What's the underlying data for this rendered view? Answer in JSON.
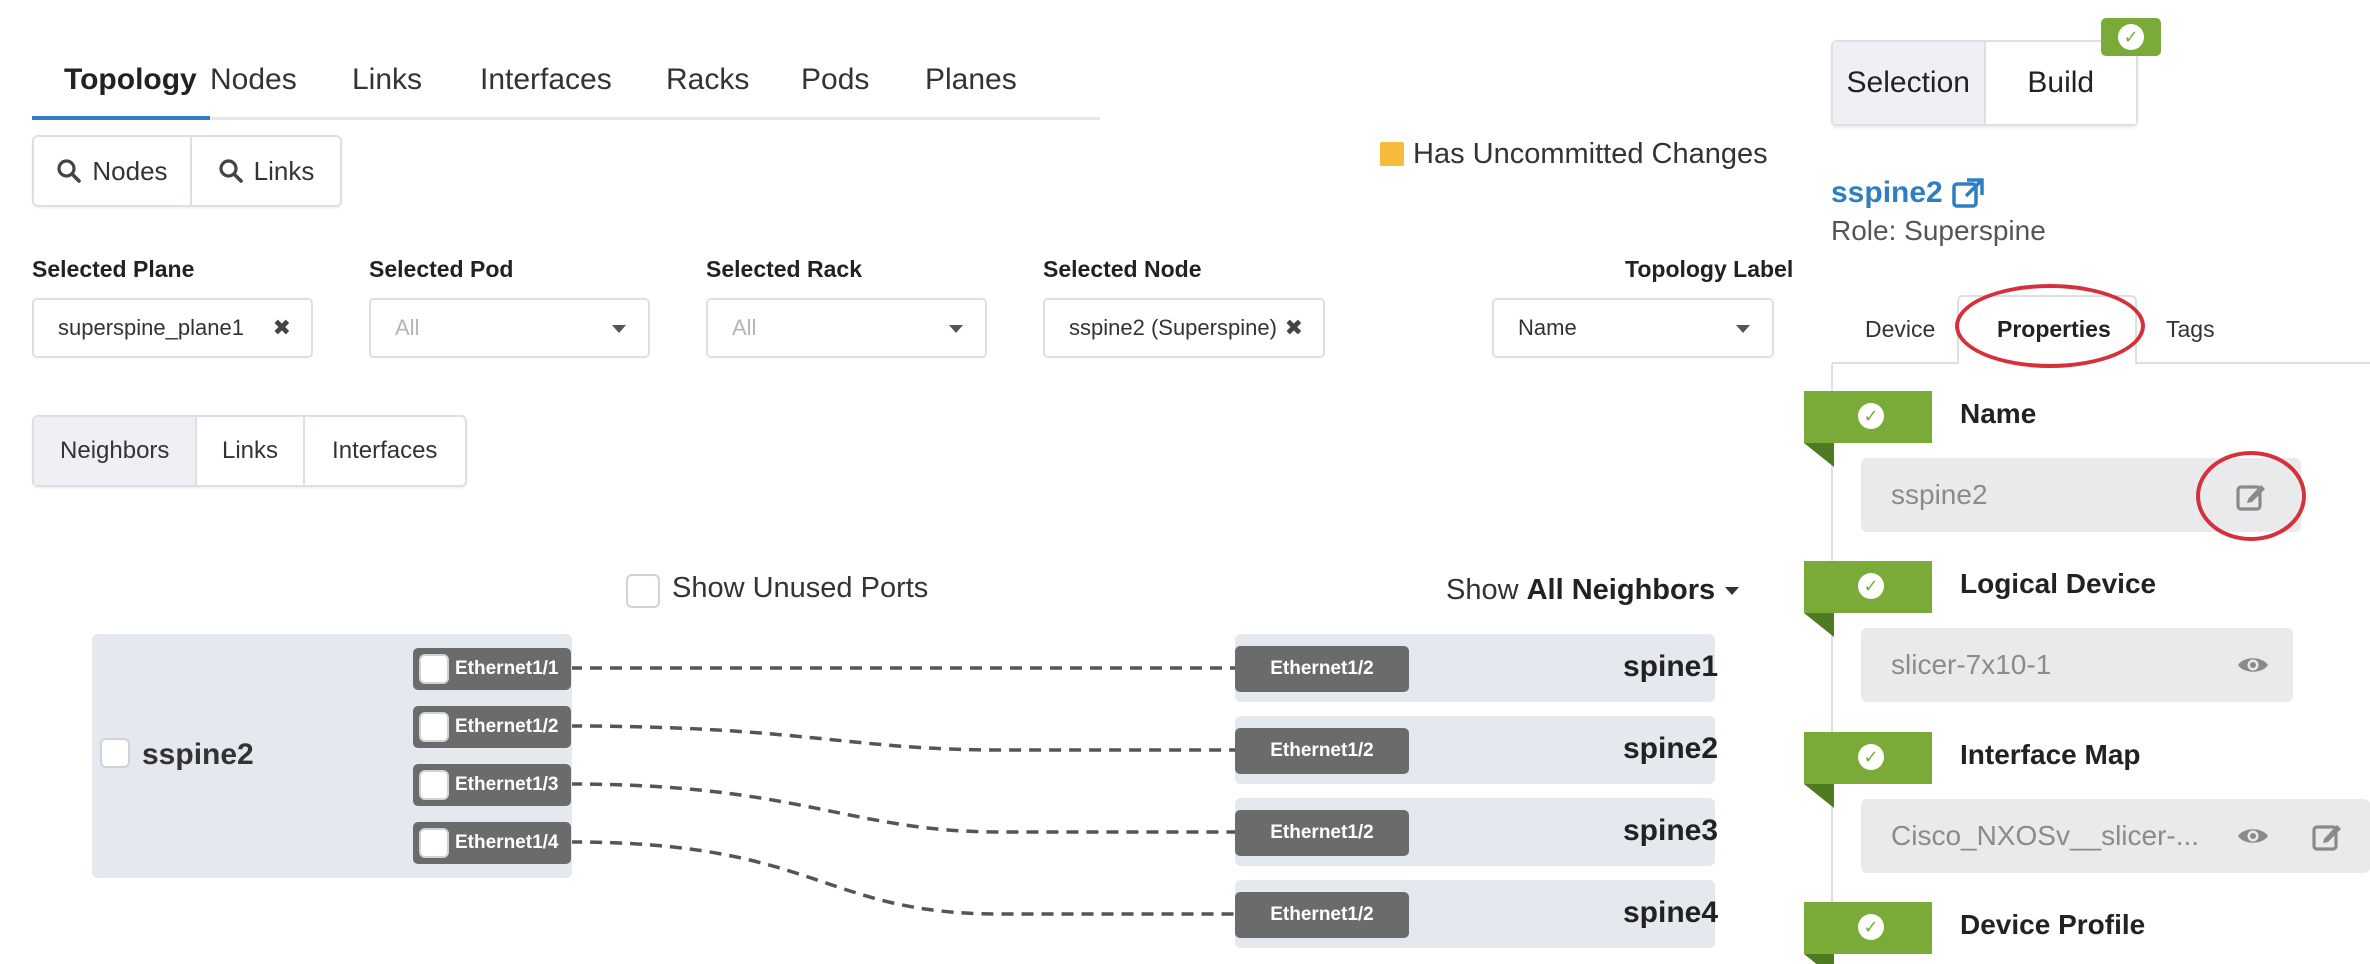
{
  "top_tabs": [
    "Topology",
    "Nodes",
    "Links",
    "Interfaces",
    "Racks",
    "Pods",
    "Planes"
  ],
  "search_buttons": [
    "Nodes",
    "Links"
  ],
  "legend": {
    "label": "Has Uncommitted Changes",
    "color": "#f5bc3c"
  },
  "filters": {
    "plane": {
      "label": "Selected Plane",
      "value": "superspine_plane1"
    },
    "pod": {
      "label": "Selected Pod",
      "placeholder": "All"
    },
    "rack": {
      "label": "Selected Rack",
      "placeholder": "All"
    },
    "node": {
      "label": "Selected Node",
      "value": "sspine2 (Superspine)"
    },
    "topology_label": {
      "label": "Topology Label",
      "value": "Name"
    }
  },
  "view_tabs": [
    "Neighbors",
    "Links",
    "Interfaces"
  ],
  "show_unused_ports": "Show Unused Ports",
  "show_neighbors": {
    "prefix": "Show",
    "value": "All Neighbors"
  },
  "graph": {
    "node": "sspine2",
    "ports": [
      "Ethernet1/1",
      "Ethernet1/2",
      "Ethernet1/3",
      "Ethernet1/4"
    ],
    "peers": [
      {
        "name": "spine1",
        "port": "Ethernet1/2"
      },
      {
        "name": "spine2",
        "port": "Ethernet1/2"
      },
      {
        "name": "spine3",
        "port": "Ethernet1/2"
      },
      {
        "name": "spine4",
        "port": "Ethernet1/2"
      }
    ]
  },
  "side": {
    "tabs": [
      "Selection",
      "Build"
    ],
    "node_link": "sspine2",
    "role": "Role: Superspine",
    "sub_tabs": [
      "Device",
      "Properties",
      "Tags"
    ],
    "properties": [
      {
        "title": "Name",
        "value": "sspine2"
      },
      {
        "title": "Logical Device",
        "value": "slicer-7x10-1"
      },
      {
        "title": "Interface Map",
        "value": "Cisco_NXOSv__slicer-..."
      },
      {
        "title": "Device Profile",
        "value": ""
      }
    ]
  },
  "colors": {
    "accent": "#2f7ec0",
    "success": "#7aab38",
    "highlight_ring": "#d6303b",
    "port": "#6b6b6b"
  }
}
